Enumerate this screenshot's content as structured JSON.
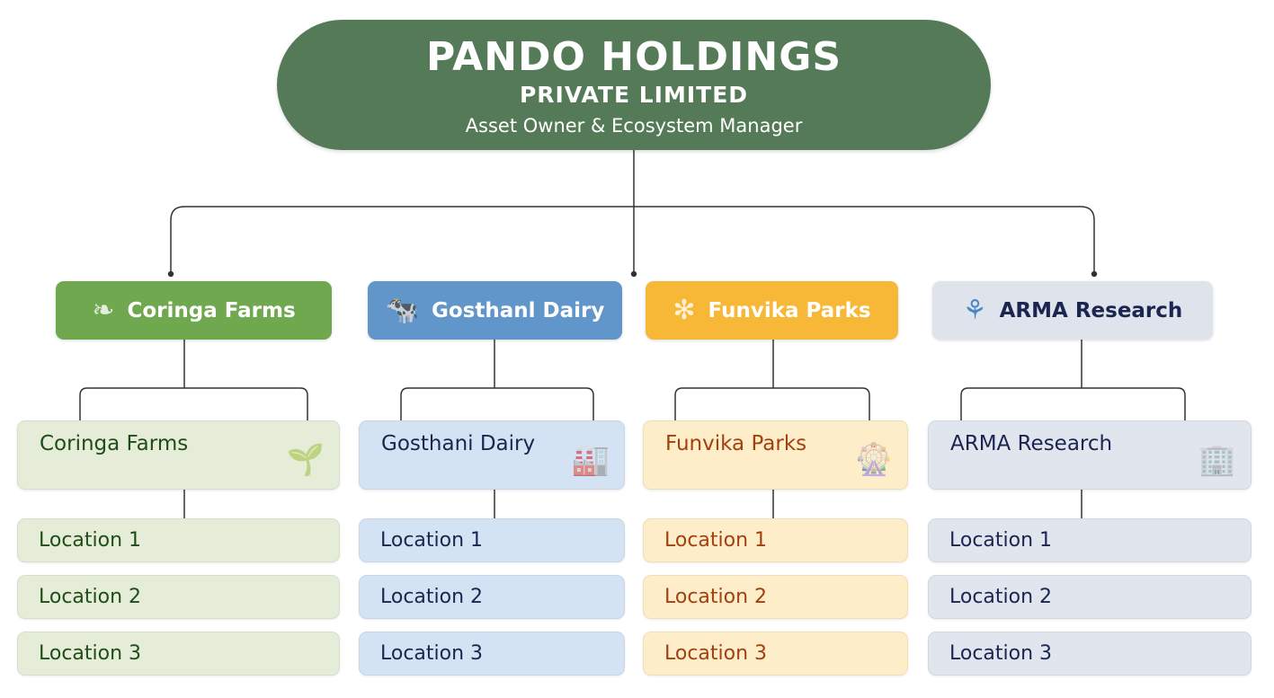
{
  "header": {
    "title": "PANDO HOLDINGS",
    "subtitle": "PRIVATE LIMITED",
    "role": "Asset Owner & Ecosystem Manager"
  },
  "divisions": [
    {
      "name": "Coringa Farms",
      "icon": "leaf-icon",
      "sub_title": "Coringa Farms",
      "locations": [
        "Location 1",
        "Location 2",
        "Location 3"
      ],
      "colors": {
        "top": "#6fa84f",
        "sub": "#e5ecd8",
        "text": "#1f4d1a"
      }
    },
    {
      "name": "Gosthanl Dairy",
      "icon": "cow-icon",
      "sub_title": "Gosthani Dairy",
      "locations": [
        "Location 1",
        "Location 2",
        "Location 3"
      ],
      "colors": {
        "top": "#6096c9",
        "sub": "#d4e3f3",
        "text": "#1b2550"
      }
    },
    {
      "name": "Funvika Parks",
      "icon": "flower-icon",
      "sub_title": "Funvika Parks",
      "locations": [
        "Location 1",
        "Location 2",
        "Location 3"
      ],
      "colors": {
        "top": "#f6b836",
        "sub": "#fdedc8",
        "text": "#a3400f"
      }
    },
    {
      "name": "ARMA Research",
      "icon": "molecule-icon",
      "sub_title": "ARMA Research",
      "locations": [
        "Location 1",
        "Location 2",
        "Location 3"
      ],
      "colors": {
        "top": "#dfe3ec",
        "sub": "#e1e5ee",
        "text": "#1b2550"
      }
    }
  ]
}
